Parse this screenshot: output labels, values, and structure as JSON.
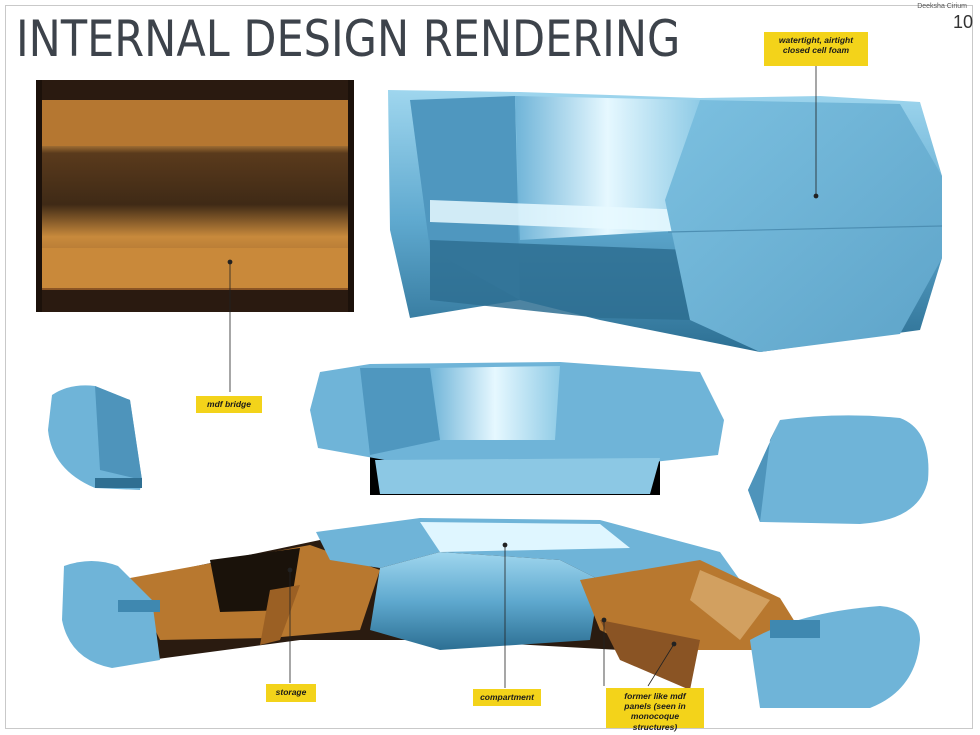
{
  "slide": {
    "title": "INTERNAL DESIGN RENDERING",
    "author": "Deeksha Cirium",
    "page_number": "10"
  },
  "labels": {
    "foam": "watertight, airtight closed cell foam",
    "bridge": "mdf bridge",
    "storage": "storage",
    "compartment": "compartment",
    "panels": "former like mdf panels (seen in monocoque structures)"
  },
  "colors": {
    "foam_blue": "#6fb4d8",
    "mdf_brown": "#b9782f",
    "label_yellow": "#f3d31a",
    "title_gray": "#3d434b"
  }
}
